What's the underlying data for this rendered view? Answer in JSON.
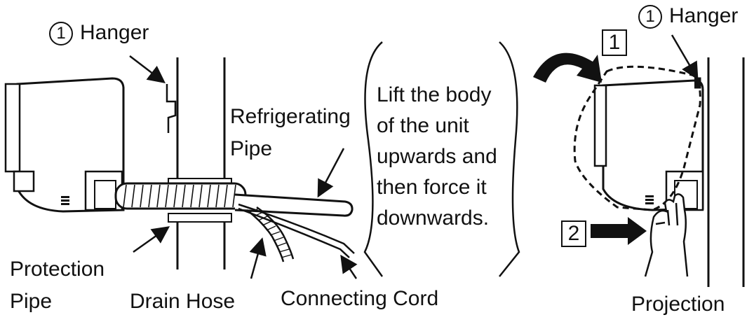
{
  "labels": {
    "hanger_left_num": "①",
    "hanger_left": "Hanger",
    "refrigerating_pipe_1": "Refrigerating",
    "refrigerating_pipe_2": "Pipe",
    "protection_pipe_1": "Protection",
    "protection_pipe_2": "Pipe",
    "drain_hose": "Drain Hose",
    "connecting_cord": "Connecting Cord",
    "hanger_right_num": "①",
    "hanger_right": "Hanger",
    "projection": "Projection",
    "step1": "1",
    "step2": "2"
  },
  "instruction": {
    "line1": "Lift the body",
    "line2": "of the unit",
    "line3": "upwards and",
    "line4": "then force it",
    "line5": "downwards."
  },
  "colors": {
    "ink": "#111111",
    "background": "#ffffff"
  }
}
